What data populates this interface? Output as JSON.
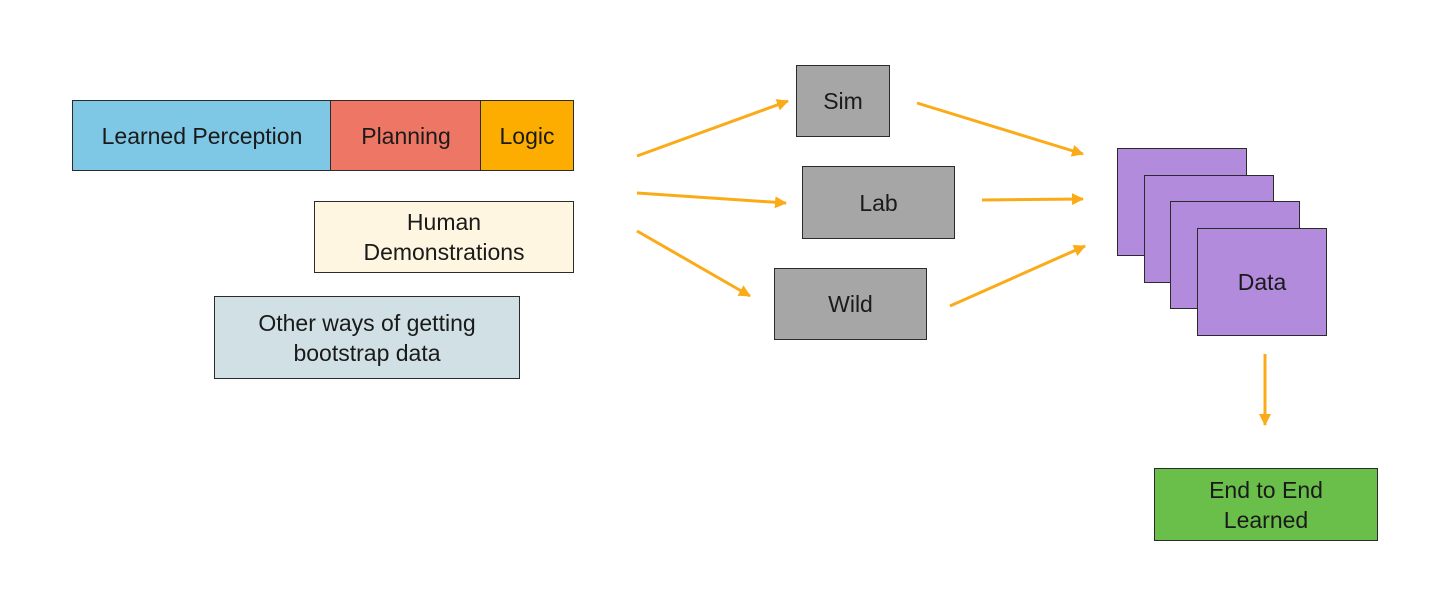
{
  "stack": {
    "perception": "Learned Perception",
    "planning": "Planning",
    "logic": "Logic"
  },
  "human": {
    "line1": "Human",
    "line2": "Demonstrations"
  },
  "other": {
    "line1": "Other ways of getting",
    "line2": "bootstrap data"
  },
  "envs": {
    "sim": "Sim",
    "lab": "Lab",
    "wild": "Wild"
  },
  "data_label": "Data",
  "result": {
    "line1": "End to End",
    "line2": "Learned"
  },
  "colors": {
    "perception": "#7ec8e6",
    "planning": "#ed7764",
    "logic": "#fdac00",
    "human": "#fff6e1",
    "other": "#d0e0e4",
    "env": "#a6a6a6",
    "data": "#b38bdc",
    "result": "#6abf4b",
    "arrow": "#fbab18"
  }
}
